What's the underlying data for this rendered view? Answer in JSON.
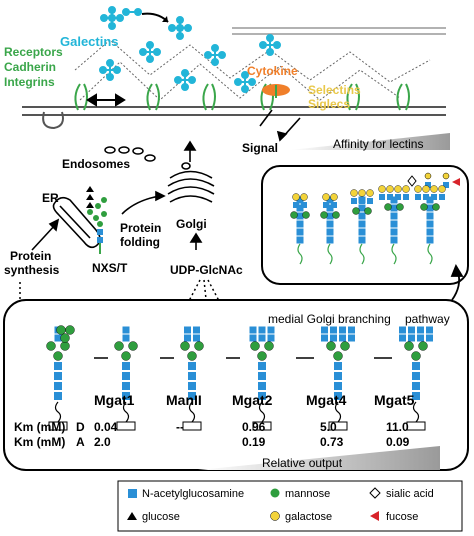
{
  "membrane": {
    "galectins": "Galectins",
    "receptors": [
      "Receptors",
      "Cadherin",
      "Integrins"
    ],
    "cytokine": "Cytokine",
    "selectins": [
      "Selectins",
      "Siglecs"
    ],
    "signal": "Signal",
    "affinity": "Affinity for lectins"
  },
  "cell": {
    "endosomes": "Endosomes",
    "er": "ER",
    "protein_synthesis": [
      "Protein",
      "synthesis"
    ],
    "nxst": "NXS/T",
    "protein_folding": [
      "Protein",
      "folding"
    ],
    "golgi": "Golgi",
    "udp": "UDP-GlcNAc"
  },
  "pathway": {
    "title_left": "medial Golgi branching",
    "title_right": "pathway",
    "enzymes": [
      "Mgat1",
      "ManII",
      "Mgat2",
      "Mgat4",
      "Mgat5"
    ],
    "km_label": "Km (mM)",
    "km_rows": [
      {
        "code": "D",
        "values": [
          "0.04",
          "--",
          "0.96",
          "5.0",
          "11.0"
        ]
      },
      {
        "code": "A",
        "values": [
          "2.0",
          "",
          "0.19",
          "0.73",
          "0.09"
        ]
      }
    ],
    "relative_output": "Relative output"
  },
  "legend": {
    "items": [
      {
        "label": "N-acetylglucosamine",
        "icon": "blue-square",
        "color": "#2a8fd6"
      },
      {
        "label": "mannose",
        "icon": "green-circle",
        "color": "#2f9e3e"
      },
      {
        "label": "sialic acid",
        "icon": "white-diamond",
        "color": "#ffffff"
      },
      {
        "label": "glucose",
        "icon": "black-triangle",
        "color": "#000000"
      },
      {
        "label": "galactose",
        "icon": "yellow-circle",
        "color": "#f2d33a"
      },
      {
        "label": "fucose",
        "icon": "red-triangle",
        "color": "#d8232a"
      }
    ]
  },
  "colors": {
    "glcnac": "#2a8fd6",
    "mannose": "#2f9e3e",
    "galactose": "#f2d33a",
    "galectin": "#22b5d8",
    "receptor": "#3aa64a",
    "cytokine": "#f07f2a",
    "selectin": "#e9c84a"
  }
}
